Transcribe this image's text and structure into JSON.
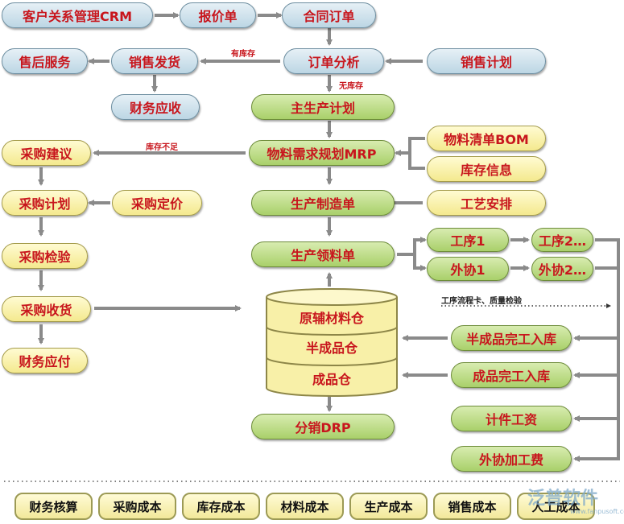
{
  "nodes": {
    "crm": "客户关系管理CRM",
    "quote": "报价单",
    "contract": "合同订单",
    "after_sales": "售后服务",
    "sales_ship": "销售发货",
    "order_analysis": "订单分析",
    "sales_plan": "销售计划",
    "finance_receivable": "财务应收",
    "mps": "主生产计划",
    "purchase_suggest": "采购建议",
    "mrp": "物料需求规划MRP",
    "bom": "物料清单BOM",
    "stock_info": "库存信息",
    "purchase_plan": "采购计划",
    "purchase_price": "采购定价",
    "mfg_order": "生产制造单",
    "process_arrange": "工艺安排",
    "purchase_inspect": "采购检验",
    "pick_order": "生产领料单",
    "op1": "工序1",
    "op2": "工序2…",
    "outsource1": "外协1",
    "outsource2": "外协2…",
    "purchase_receive": "采购收货",
    "semi_finished_in": "半成品完工入库",
    "finished_in": "成品完工入库",
    "finance_payable": "财务应付",
    "piece_wage": "计件工资",
    "outsource_fee": "外协加工费",
    "drp": "分销DRP"
  },
  "warehouse": {
    "raw": "原辅材料仓",
    "semi": "半成品仓",
    "finished": "成品仓"
  },
  "edge_labels": {
    "in_stock": "有库存",
    "no_stock": "无库存",
    "short_stock": "库存不足",
    "flow_card": "工序流程卡、质量检验"
  },
  "costs": [
    "财务核算",
    "采购成本",
    "库存成本",
    "材料成本",
    "生产成本",
    "销售成本",
    "人工成本"
  ],
  "logo": {
    "text": "泛普软件",
    "url": "www.fanpusoft.com"
  },
  "colors": {
    "label_red": "#c8161d",
    "arrow_gray": "#8a8a8a",
    "blue_fill": "#c9dfeb",
    "green_fill": "#b8db7f",
    "yellow_fill": "#f8f0a8"
  }
}
